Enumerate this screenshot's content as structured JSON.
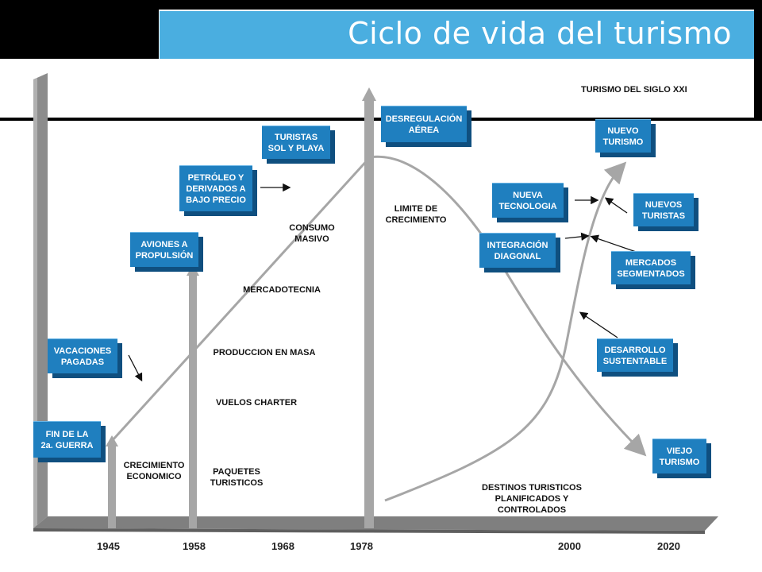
{
  "title": "Ciclo de vida del turismo",
  "boxes": {
    "fin_guerra": "FIN DE LA\n2a. GUERRA",
    "vacaciones": "VACACIONES\nPAGADAS",
    "aviones": "AVIONES A\nPROPULSIÓN",
    "petroleo": "PETRÓLEO Y\nDERIVADOS A\nBAJO PRECIO",
    "turistas_sol": "TURISTAS\nSOL Y PLAYA",
    "desregulacion": "DESREGULACIÓN\nAÉREA",
    "nueva_tecnologia": "NUEVA\nTECNOLOGIA",
    "integracion": "INTEGRACIÓN\nDIAGONAL",
    "nuevo_turismo": "NUEVO\nTURISMO",
    "nuevos_turistas": "NUEVOS\nTURISTAS",
    "mercados": "MERCADOS\nSEGMENTADOS",
    "desarrollo": "DESARROLLO\nSUSTENTABLE",
    "viejo_turismo": "VIEJO\nTURISMO"
  },
  "labels": {
    "siglo_xxi": "TURISMO DEL SIGLO XXI",
    "consumo": "CONSUMO\nMASIVO",
    "mercadotecnia": "MERCADOTECNIA",
    "produccion": "PRODUCCION EN MASA",
    "vuelos": "VUELOS CHARTER",
    "paquetes": "PAQUETES\nTURISTICOS",
    "crecimiento": "CRECIMIENTO\nECONOMICO",
    "limite": "LIMITE DE\nCRECIMIENTO",
    "destinos": "DESTINOS TURISTICOS\nPLANIFICADOS Y\nCONTROLADOS"
  },
  "years": [
    "1945",
    "1958",
    "1968",
    "1978",
    "2000",
    "2020"
  ],
  "colors": {
    "title_bar": "#4aaee0",
    "box": "#1f7fbf",
    "box_shadow": "#0f4f7f",
    "curve": "#a6a6a6",
    "floor": "#7f7f7f"
  }
}
